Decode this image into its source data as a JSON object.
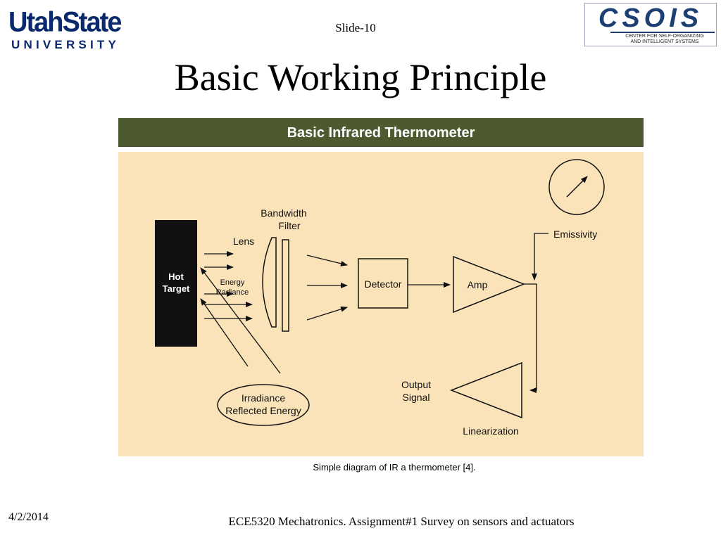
{
  "header": {
    "slide_number": "Slide-10",
    "title": "Basic Working Principle",
    "left_logo": {
      "top": "UtahState",
      "bottom": "UNIVERSITY",
      "color": "#0b2a6e"
    },
    "right_logo": {
      "name": "CSOIS",
      "subtitle_line1": "CENTER FOR SELF-ORGANIZING",
      "subtitle_line2": "AND INTELLIGENT SYSTEMS",
      "color": "#1d3f73"
    }
  },
  "diagram": {
    "banner": "Basic Infrared Thermometer",
    "banner_color": "#4d5a2f",
    "background_color": "#fbe3b9",
    "hot_target": {
      "line1": "Hot",
      "line2": "Target"
    },
    "lens_label": "Lens",
    "energy_radiance": {
      "line1": "Energy",
      "line2": "Radiance"
    },
    "bandwidth_filter": {
      "line1": "Bandwidth",
      "line2": "Filter"
    },
    "detector": "Detector",
    "amp": "Amp",
    "emissivity": "Emissivity",
    "output_signal": {
      "line1": "Output",
      "line2": "Signal"
    },
    "linearization": "Linearization",
    "irradiance": {
      "line1": "Irradiance",
      "line2": "Reflected Energy"
    }
  },
  "caption": "Simple diagram of IR a thermometer [4].",
  "footer": {
    "date": "4/2/2014",
    "text": "ECE5320 Mechatronics. Assignment#1 Survey on sensors and actuators"
  }
}
